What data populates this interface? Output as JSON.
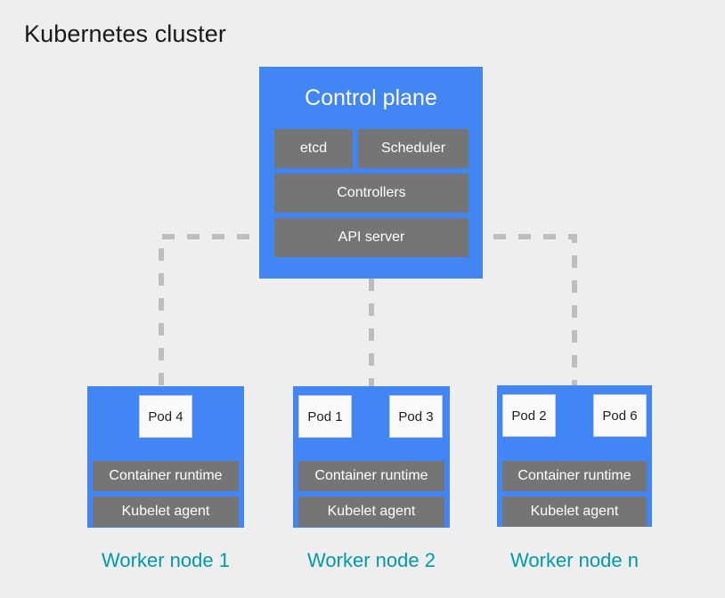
{
  "title": "Kubernetes cluster",
  "colors": {
    "background": "#eeeeee",
    "node_blue": "#4285f4",
    "component_gray": "#757575",
    "pod_white": "#fafafa",
    "label_teal": "#009aaa",
    "connector_gray": "#bdbdbd",
    "title_black": "#1a1a1a"
  },
  "control_plane": {
    "title": "Control plane",
    "components": [
      {
        "label": "etcd"
      },
      {
        "label": "Scheduler"
      },
      {
        "label": "Controllers"
      },
      {
        "label": "API server"
      }
    ]
  },
  "worker_nodes": [
    {
      "label": "Worker node 1",
      "pods": [
        {
          "label": "Pod 4"
        }
      ],
      "components": [
        {
          "label": "Container runtime"
        },
        {
          "label": "Kubelet agent"
        }
      ]
    },
    {
      "label": "Worker node 2",
      "pods": [
        {
          "label": "Pod 1"
        },
        {
          "label": "Pod 3"
        }
      ],
      "components": [
        {
          "label": "Container runtime"
        },
        {
          "label": "Kubelet agent"
        }
      ]
    },
    {
      "label": "Worker node n",
      "pods": [
        {
          "label": "Pod 2"
        },
        {
          "label": "Pod 6"
        }
      ],
      "components": [
        {
          "label": "Container runtime"
        },
        {
          "label": "Kubelet agent"
        }
      ]
    }
  ],
  "connectors": [
    {
      "name": "api-server-to-worker-1"
    },
    {
      "name": "control-plane-to-worker-2"
    },
    {
      "name": "api-server-to-worker-n"
    }
  ]
}
